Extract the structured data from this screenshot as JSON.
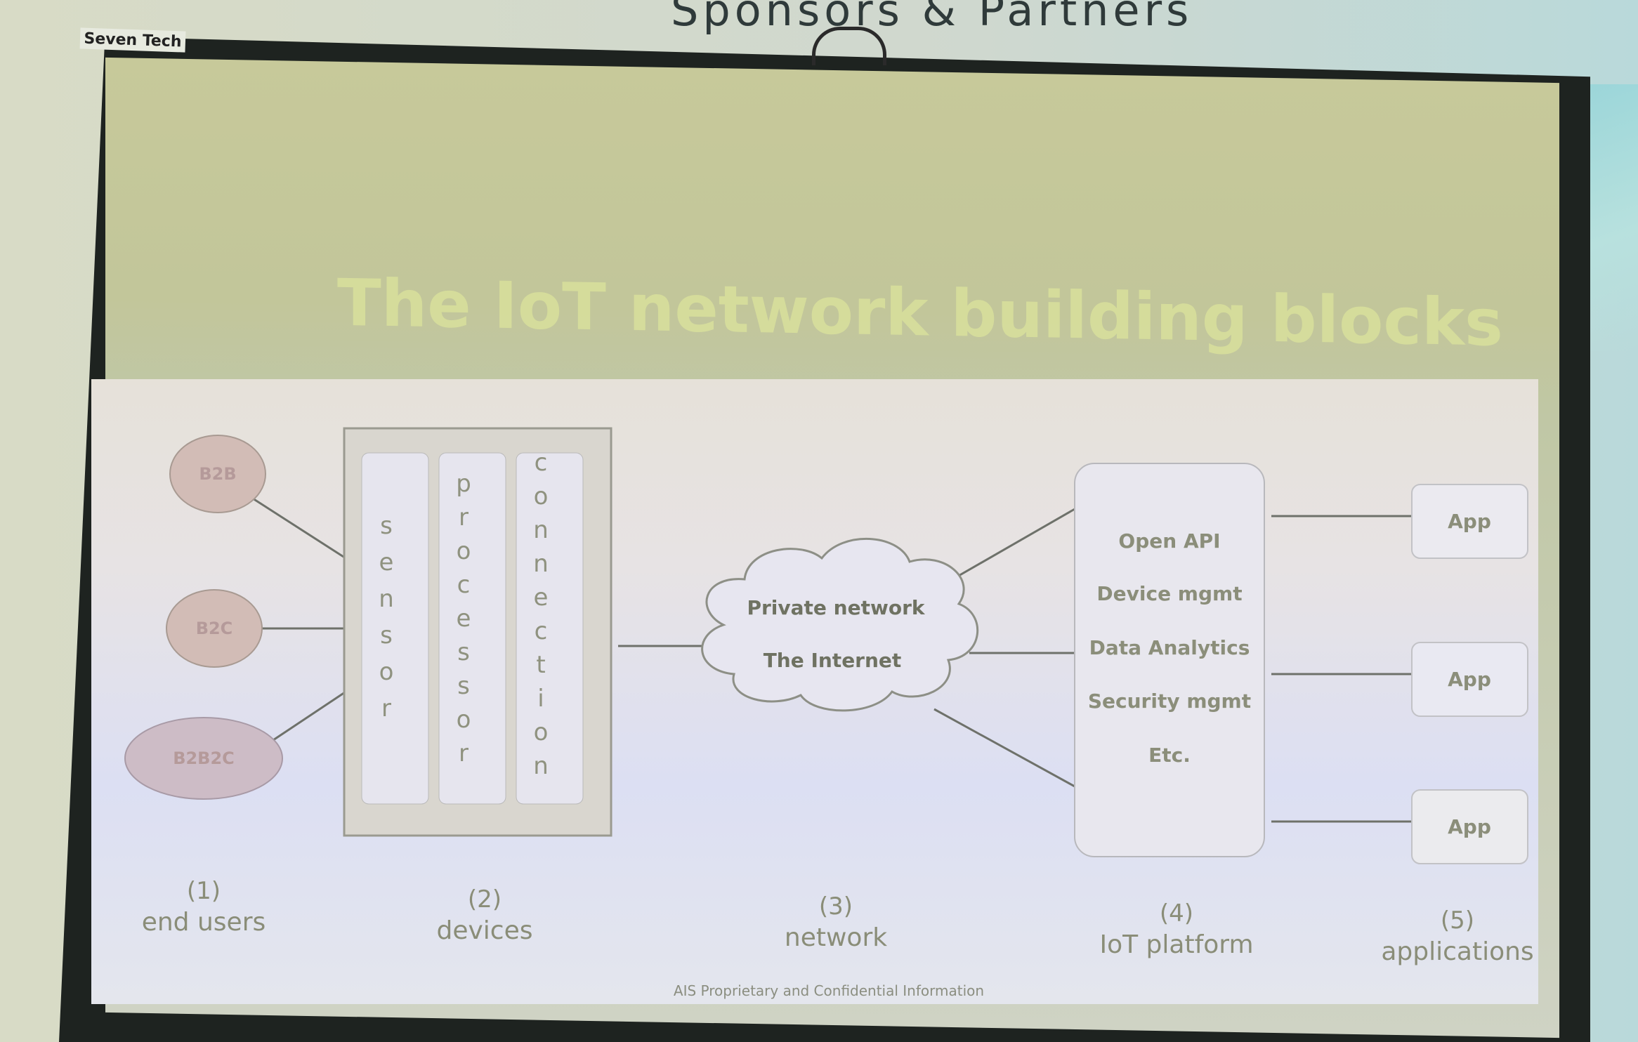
{
  "backdrop": {
    "banner_title": "Sponsors & Partners",
    "brand_tag": "Seven Tech"
  },
  "slide": {
    "title": "The IoT network building blocks",
    "footer": "AIS Proprietary and Confidential Information",
    "end_users": [
      "B2B",
      "B2C",
      "B2B2C"
    ],
    "devices": [
      "sensor",
      "processor",
      "connection"
    ],
    "network": [
      "Private network",
      "The Internet"
    ],
    "platform": [
      "Open API",
      "Device mgmt",
      "Data Analytics",
      "Security mgmt",
      "Etc."
    ],
    "apps": [
      "App",
      "App",
      "App"
    ],
    "captions": [
      {
        "num": "(1)",
        "label": "end users"
      },
      {
        "num": "(2)",
        "label": "devices"
      },
      {
        "num": "(3)",
        "label": "network"
      },
      {
        "num": "(4)",
        "label": "IoT platform"
      },
      {
        "num": "(5)",
        "label": "applications"
      }
    ]
  },
  "colors": {
    "slide_bg": "#c4c79c",
    "title": "#d7de9c",
    "node_fill": "#cdbfba",
    "line": "#6e716a"
  }
}
